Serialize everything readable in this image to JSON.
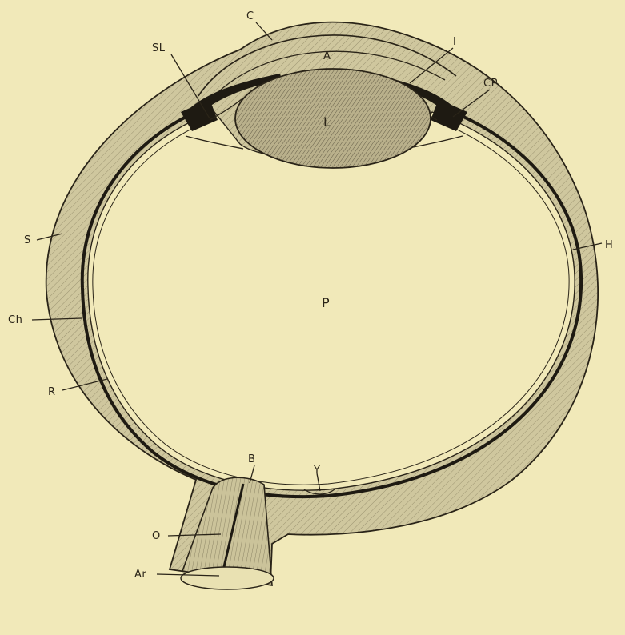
{
  "labels": {
    "cornea": "C",
    "anterior_chamber": "A",
    "suspensory_ligament": "SL",
    "iris": "I",
    "ciliary_process": "CP",
    "lens": "L",
    "sclera": "S",
    "hyaloid": "H",
    "posterior_chamber": "P",
    "choroid": "Ch",
    "retina": "R",
    "blind_spot": "B",
    "yellow_spot": "Y",
    "optic_nerve": "O",
    "artery": "Ar"
  },
  "colors": {
    "paper": "#f1e9b9",
    "ink": "#2a2418",
    "sclera_fill": "#cbc39a",
    "lens_fill": "#b3aa85",
    "choroid_band": "#1e1a12"
  }
}
